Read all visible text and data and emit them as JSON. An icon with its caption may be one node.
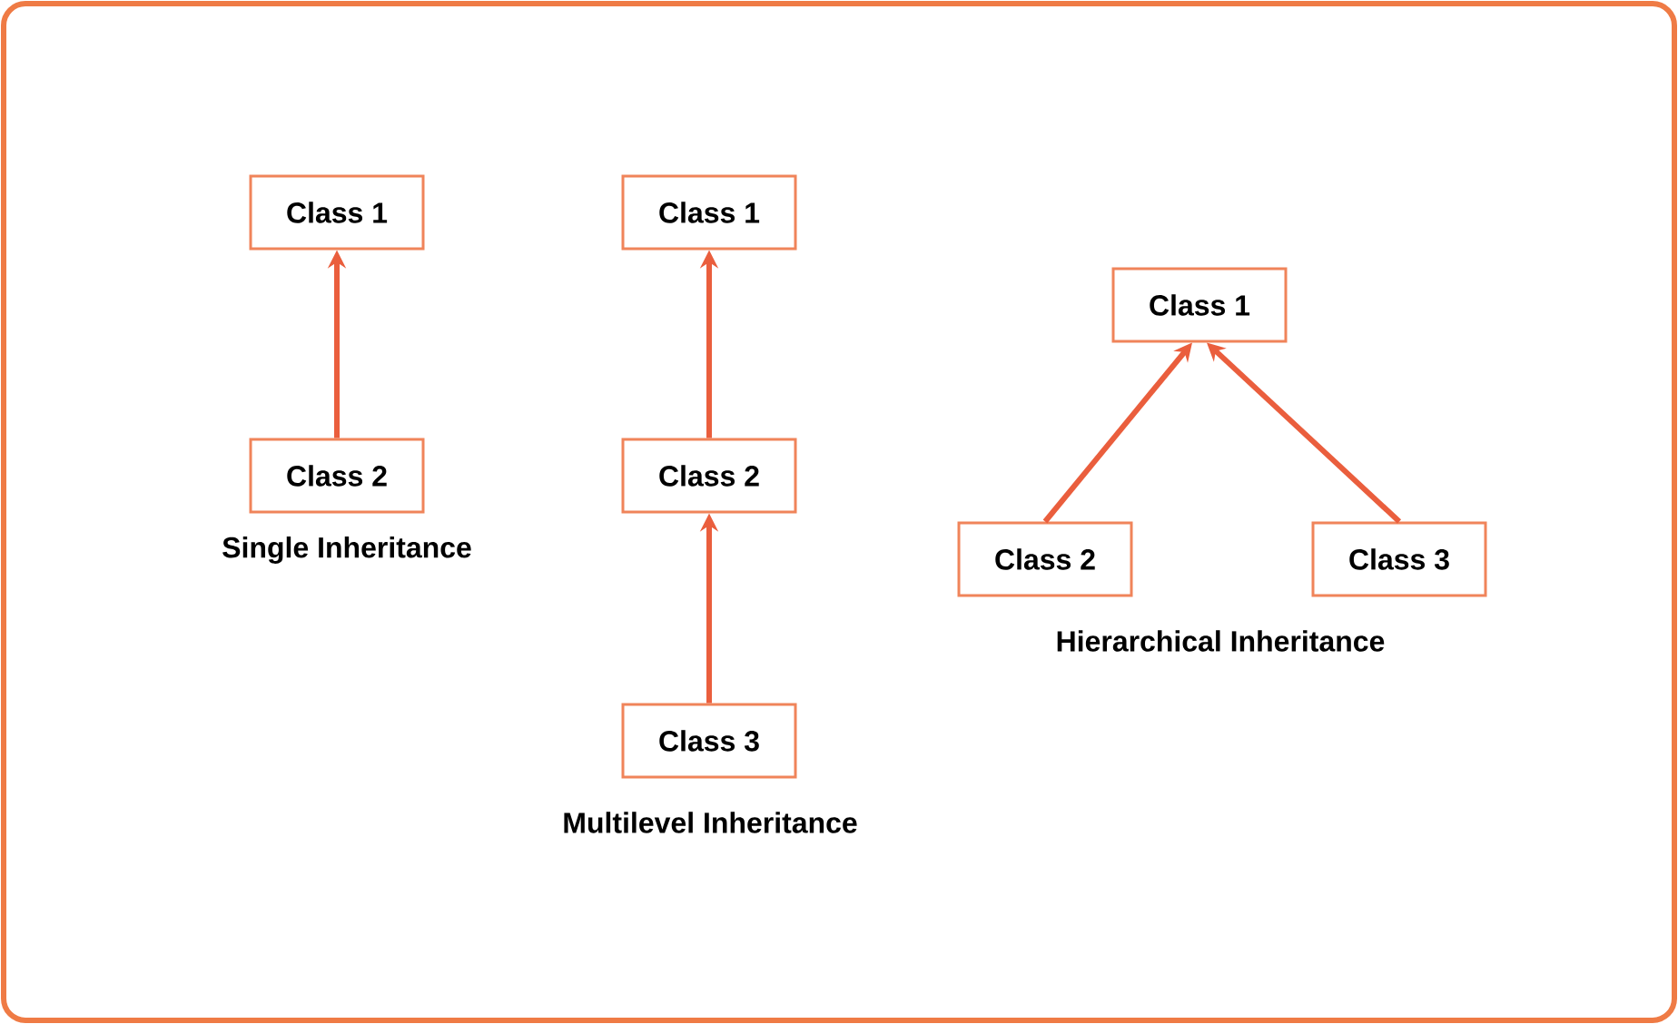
{
  "diagram": {
    "nodes": [
      {
        "text": [
          "Class 1"
        ]
      },
      {
        "text": [
          "Class 2"
        ]
      },
      {
        "text": [
          "Class 1"
        ]
      },
      {
        "text": [
          "Class 2"
        ]
      },
      {
        "text": [
          "Class 3"
        ]
      },
      {
        "text": [
          "Class 1"
        ]
      },
      {
        "text": [
          "Class 2"
        ]
      },
      {
        "text": [
          "Class 3"
        ]
      }
    ],
    "edges": [
      {
        "from": 1,
        "to": 0,
        "arrow": "to"
      },
      {
        "from": 3,
        "to": 2,
        "arrow": "to"
      },
      {
        "from": 4,
        "to": 3,
        "arrow": "to"
      },
      {
        "from": 6,
        "to": 5,
        "arrow": "to"
      },
      {
        "from": 7,
        "to": 5,
        "arrow": "to"
      }
    ],
    "labels": [
      "Single Inheritance",
      "Multilevel Inheritance",
      "Hierarchical Inheritance"
    ]
  }
}
